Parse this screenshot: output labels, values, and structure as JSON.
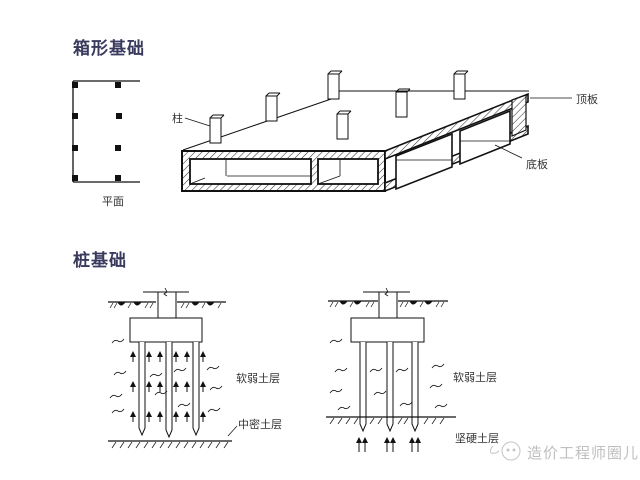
{
  "sections": {
    "box_foundation": {
      "title": "箱形基础",
      "plan_label": "平面",
      "labels": {
        "column": "柱",
        "top_slab": "顶板",
        "bottom_slab": "底板"
      }
    },
    "pile_foundation": {
      "title": "桩基础",
      "friction_pile": {
        "soft_layer": "软弱土层",
        "medium_layer": "中密土层"
      },
      "end_bearing_pile": {
        "soft_layer": "软弱土层",
        "hard_layer": "坚硬土层"
      }
    }
  },
  "watermark": {
    "text": "造价工程师圈儿",
    "icon": "wechat-bubble-icon"
  },
  "colors": {
    "title": "#3a3a5e",
    "line": "#111111",
    "watermark": "#bfbfbf"
  }
}
